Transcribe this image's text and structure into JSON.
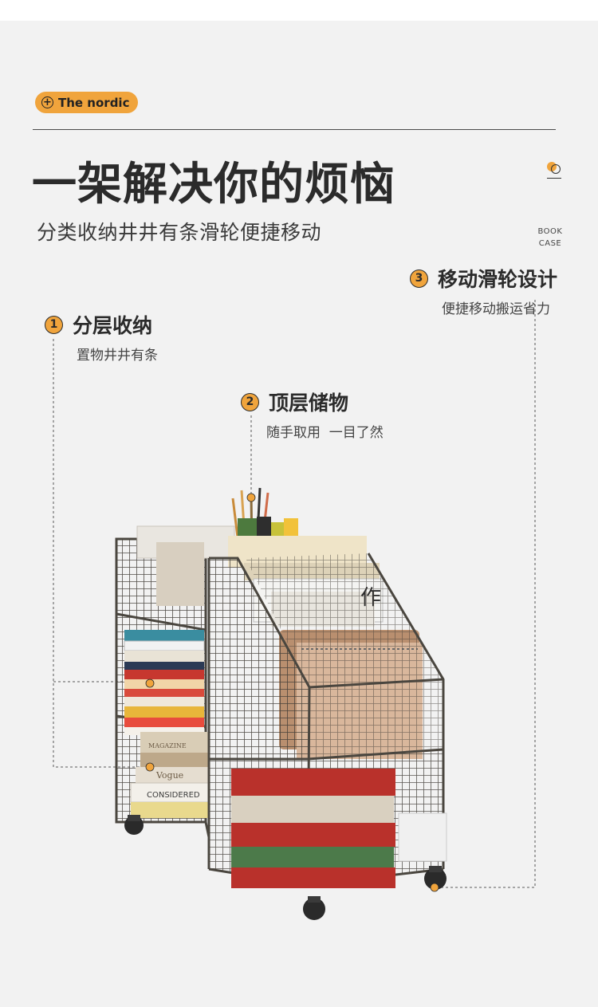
{
  "tag": {
    "label": "The nordic",
    "icon": "plus-circle-icon"
  },
  "title": "一架解决你的烦恼",
  "subtitle": "分类收纳井井有条滑轮便捷移动",
  "brand_mark": {
    "line1": "BOOK",
    "line2": "CASE"
  },
  "features": [
    {
      "num": "1",
      "title": "分层收纳",
      "desc": "置物井井有条"
    },
    {
      "num": "2",
      "title": "顶层储物",
      "desc": "随手取用  一目了然"
    },
    {
      "num": "3",
      "title": "移动滑轮设计",
      "desc": "便捷移动搬运省力"
    }
  ],
  "book_spines": {
    "top_book": "CONSIDERED",
    "magazine": "MAGAZINE",
    "vogue": "Vogue"
  },
  "colors": {
    "accent": "#f0a43c",
    "text": "#2b2b2b",
    "panel": "#f2f2f2",
    "frame": "#4a463f"
  }
}
